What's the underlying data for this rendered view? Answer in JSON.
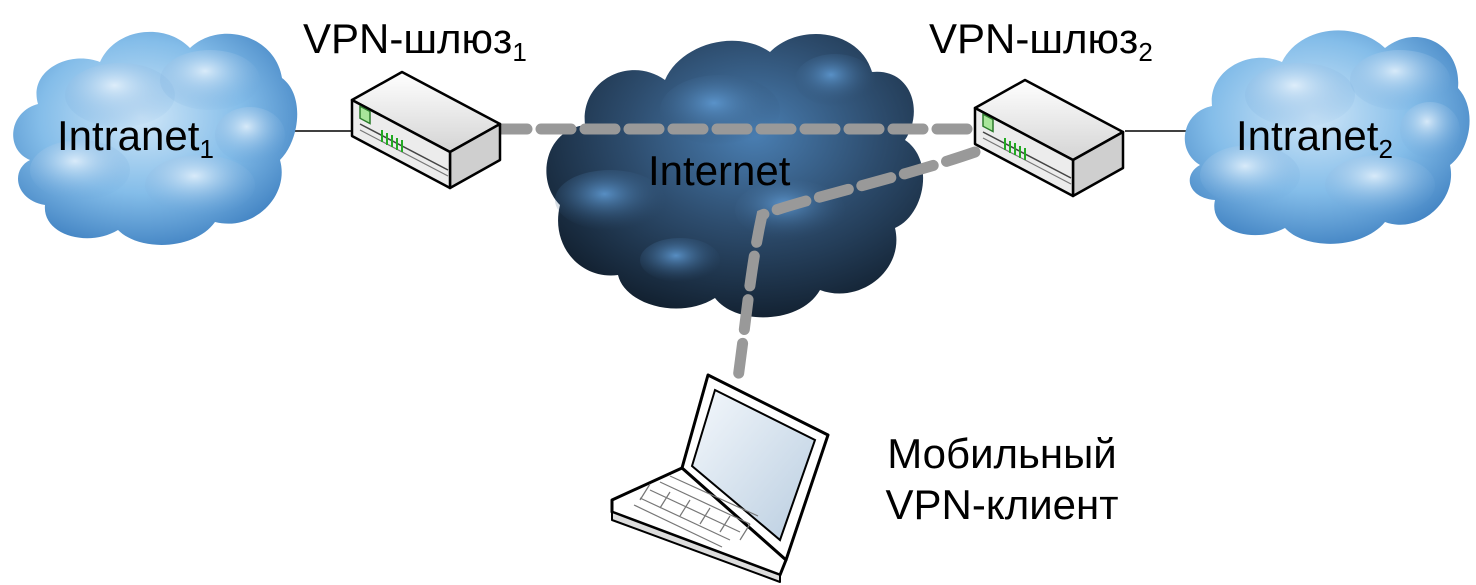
{
  "labels": {
    "gateway1": {
      "text": "VPN-шлюз",
      "sub": "1"
    },
    "gateway2": {
      "text": "VPN-шлюз",
      "sub": "2"
    },
    "intranet1": {
      "text": "Intranet",
      "sub": "1"
    },
    "intranet2": {
      "text": "Intranet",
      "sub": "2"
    },
    "internet": "Internet",
    "client_line1": "Мобильный",
    "client_line2": "VPN-клиент"
  },
  "icons": {
    "intranet_clouds": "light-cloud-icon",
    "internet_cloud": "dark-cloud-icon",
    "gateways": "router-icon",
    "client": "laptop-icon"
  },
  "colors": {
    "light_cloud": "#5b9bd5",
    "dark_cloud": "#1a2c40",
    "tunnel": "#999999",
    "wire": "#000000",
    "led": "#22aa22"
  }
}
